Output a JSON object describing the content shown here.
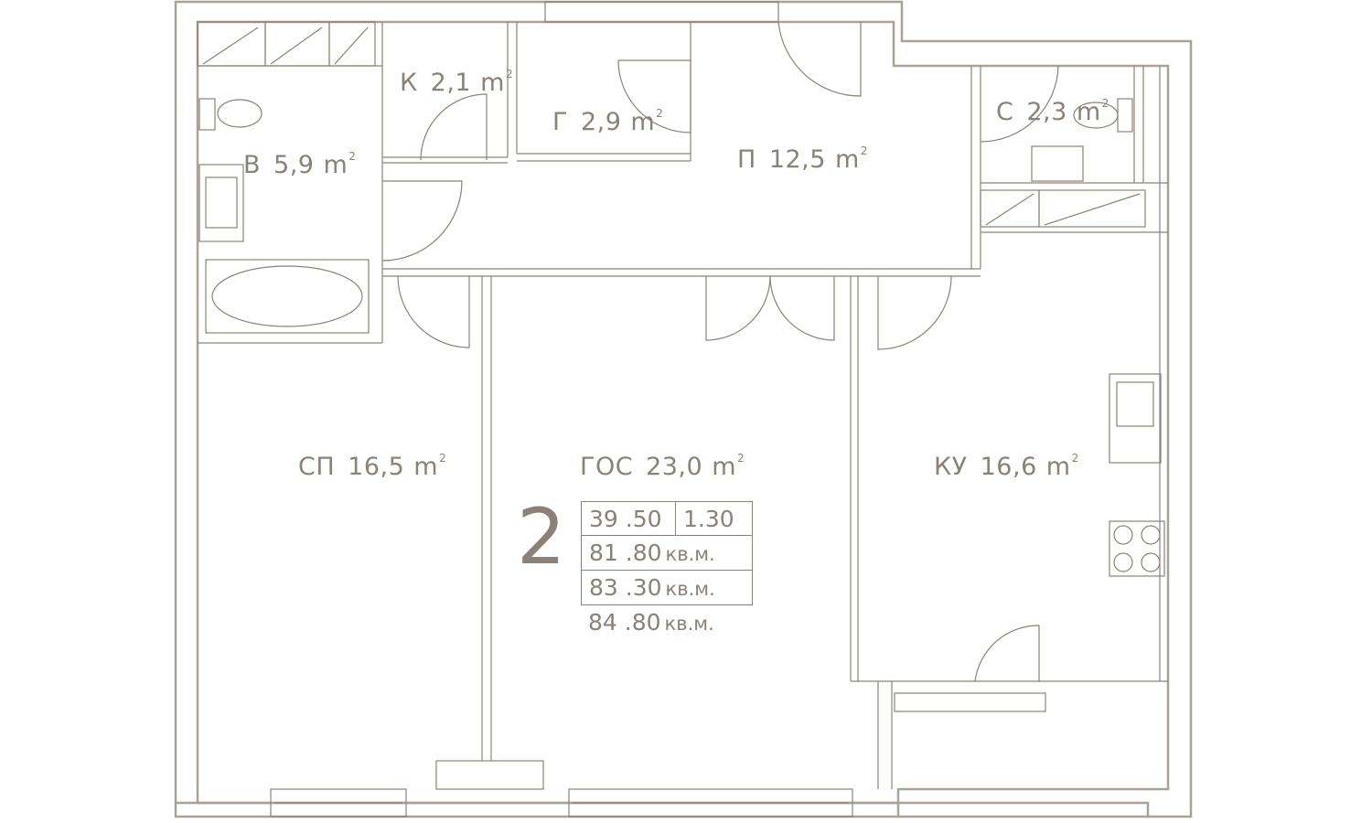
{
  "palette": {
    "wall": "#a9a298",
    "ink": "#8a8278",
    "background": "#ffffff"
  },
  "rooms": [
    {
      "id": "K",
      "code": "К",
      "area": "2,1",
      "unit": "m",
      "sup": "2"
    },
    {
      "id": "G",
      "code": "Г",
      "area": "2,9",
      "unit": "m",
      "sup": "2"
    },
    {
      "id": "C",
      "code": "С",
      "area": "2,3",
      "unit": "m",
      "sup": "2"
    },
    {
      "id": "B",
      "code": "В",
      "area": "5,9",
      "unit": "m",
      "sup": "2"
    },
    {
      "id": "P",
      "code": "П",
      "area": "12,5",
      "unit": "m",
      "sup": "2"
    },
    {
      "id": "SP",
      "code": "СП",
      "area": "16,5",
      "unit": "m",
      "sup": "2"
    },
    {
      "id": "GOS",
      "code": "ГОС",
      "area": "23,0",
      "unit": "m",
      "sup": "2"
    },
    {
      "id": "KU",
      "code": "КУ",
      "area": "16,6",
      "unit": "m",
      "sup": "2"
    }
  ],
  "apartment": {
    "number": "2",
    "living": "39 .50",
    "balcony": "1.30",
    "total_1": "81 .80",
    "total_2": "83 .30",
    "total_3": "84 .80",
    "unit": "кв.м."
  }
}
